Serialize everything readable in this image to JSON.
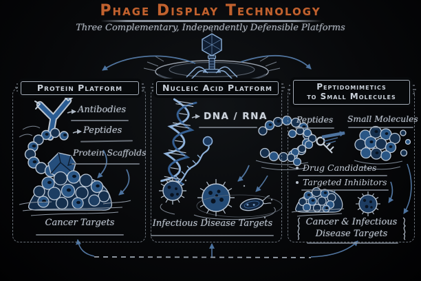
{
  "colors": {
    "background": "#070809",
    "title_orange": "#c2622f",
    "chalk_white": "#c9d0d9",
    "sketch_blue": "#4d7fb2",
    "arrow_blue": "#4d739f"
  },
  "header": {
    "title": "Phage Display Technology",
    "subtitle": "Three Complementary, Independently Defensible Platforms",
    "hero_icon": "bacteriophage-on-petri-dish"
  },
  "panels": [
    {
      "title": "Protein Platform",
      "items": [
        {
          "icon": "antibody-icon",
          "label": "Antibodies"
        },
        {
          "icon": "peptide-chain-icon",
          "label": "Peptides"
        },
        {
          "icon": "protein-scaffold-icon",
          "label": "Protein Scaffolds"
        }
      ],
      "target": {
        "icon": "tumor-icon",
        "label": "Cancer Targets"
      }
    },
    {
      "title": "Nucleic Acid Platform",
      "items": [
        {
          "icon": "dna-helix-icon",
          "label": "DNA / RNA"
        }
      ],
      "target": {
        "icon": "virus-and-bacterium-icons",
        "label": "Infectious Disease Targets"
      }
    },
    {
      "title_line1": "Peptidomimetics",
      "title_line2": "to Small Molecules",
      "flow": {
        "from": "Peptides",
        "to": "Small Molecules",
        "from_icon": "peptide-key-icon",
        "to_icon": "small-molecules-cluster-icon"
      },
      "bullets": [
        "Drug Candidates",
        "Targeted Inhibitors"
      ],
      "target": {
        "icon": "tumor-and-virus-icons",
        "label_line1": "Cancer & Infectious",
        "label_line2": "Disease Targets"
      }
    }
  ]
}
